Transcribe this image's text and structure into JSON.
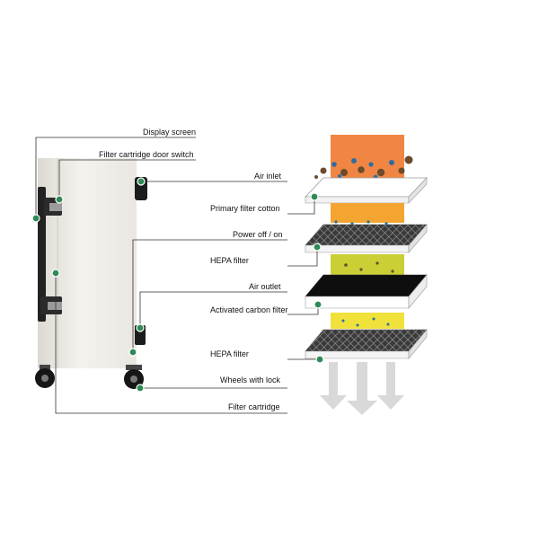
{
  "labels": {
    "display_screen": "Display screen",
    "door_switch": "Filter cartridge door switch",
    "air_inlet": "Air inlet",
    "primary_filter": "Primary filter cotton",
    "power": "Power off / on",
    "hepa_1": "HEPA filter",
    "air_outlet": "Air outlet",
    "carbon_filter": "Activated carbon filter",
    "hepa_2": "HEPA filter",
    "wheels": "Wheels with lock",
    "filter_cartridge": "Filter cartridge"
  },
  "colors": {
    "marker": "#2e8b57",
    "leader_line": "#333333",
    "cabinet": "#f1efea",
    "air_orange": "#f07f3a",
    "air_amber": "#f4a531",
    "air_yellowgreen": "#c9cf35",
    "air_yellow": "#f0e23a",
    "arrow_gray": "#d9d9d9"
  }
}
